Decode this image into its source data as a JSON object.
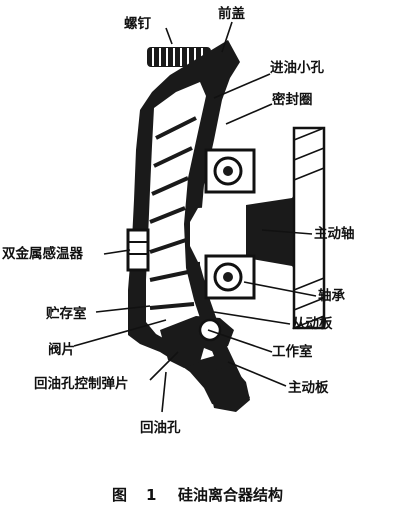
{
  "labels": {
    "screw": "螺钉",
    "front_cover": "前盖",
    "oil_inlet_hole": "进油小孔",
    "seal_ring": "密封圈",
    "drive_shaft": "主动轴",
    "bimetal_sensor": "双金属感温器",
    "bearing": "轴承",
    "reservoir": "贮存室",
    "driven_plate": "从动板",
    "valve_plate": "阀片",
    "working_chamber": "工作室",
    "return_hole_spring": "回油孔控制弹片",
    "drive_plate": "主动板",
    "return_hole": "回油孔"
  },
  "caption": {
    "prefix": "图",
    "number": "1",
    "title": "硅油离合器结构"
  }
}
